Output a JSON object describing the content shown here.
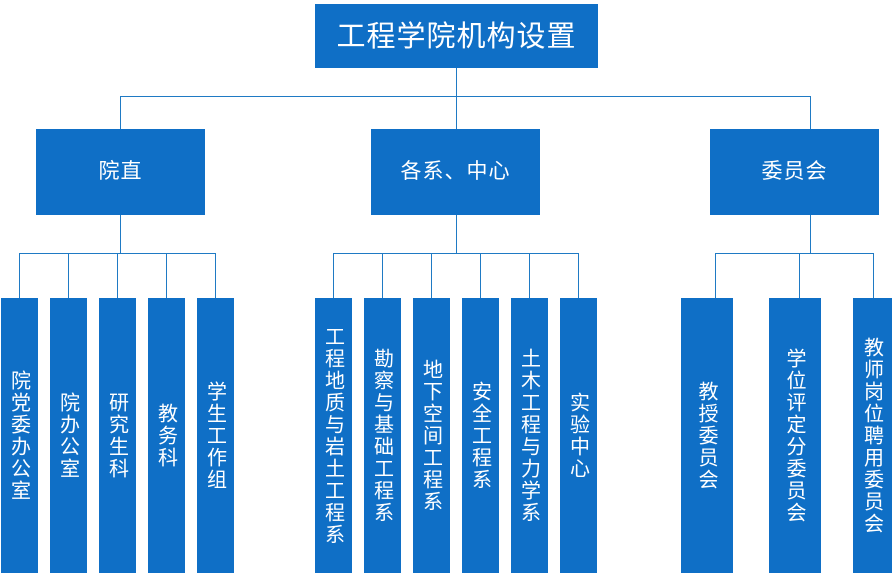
{
  "chart_data": {
    "type": "diagram",
    "title": "工程学院机构设置",
    "orientation": "top-down-tree",
    "accent_color": "#0F6FC6",
    "connector_color": "#1F7AC4",
    "text_color": "#FFFFFF",
    "background_color": "#FFFFFF",
    "levels": 3,
    "node_count": 18
  },
  "root": {
    "label": "工程学院机构设置"
  },
  "branches": [
    {
      "key": "yuanzhi",
      "label": "院直",
      "children": [
        {
          "label": "院党委办公室"
        },
        {
          "label": "院办公室"
        },
        {
          "label": "研究生科"
        },
        {
          "label": "教务科"
        },
        {
          "label": "学生工作组"
        }
      ]
    },
    {
      "key": "gexi-zhongxin",
      "label": "各系、中心",
      "children": [
        {
          "label": "工程地质与岩土工程系"
        },
        {
          "label": "勘察与基础工程系"
        },
        {
          "label": "地下空间工程系"
        },
        {
          "label": "安全工程系"
        },
        {
          "label": "土木工程与力学系"
        },
        {
          "label": "实验中心"
        }
      ]
    },
    {
      "key": "weiyuanhui",
      "label": "委员会",
      "children": [
        {
          "label": "教授委员会"
        },
        {
          "label": "学位评定分委员会"
        },
        {
          "label": "教师岗位聘用委员会"
        }
      ]
    }
  ]
}
